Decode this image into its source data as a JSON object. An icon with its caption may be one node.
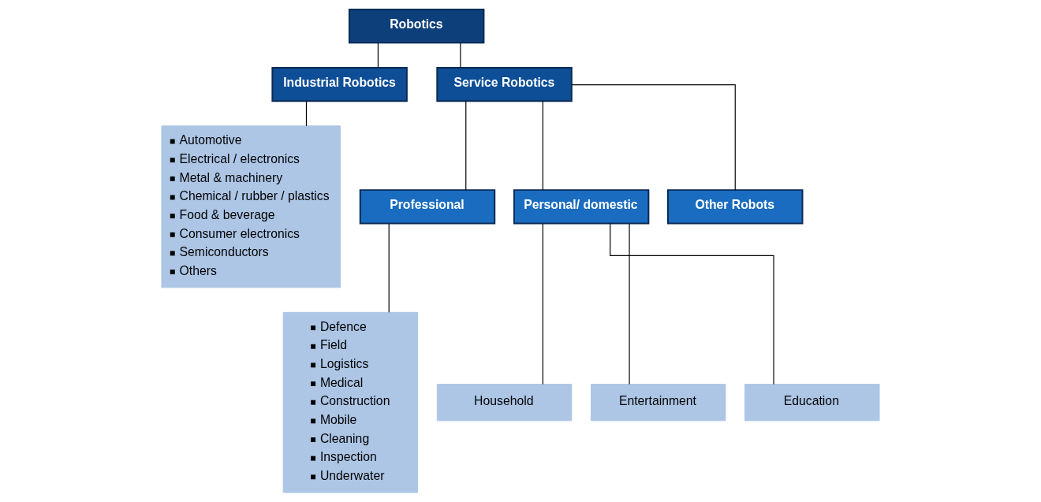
{
  "diagram": {
    "nodes": [
      {
        "text": [
          "Robotics"
        ]
      },
      {
        "text": [
          "Industrial Robotics"
        ]
      },
      {
        "text": [
          "Service Robotics"
        ]
      },
      {
        "text": [
          "Automotive",
          "Electrical / electronics",
          "Metal & machinery",
          "Chemical / rubber / plastics",
          "Food & beverage",
          "Consumer electronics",
          "Semiconductors",
          "Others"
        ]
      },
      {
        "text": [
          "Professional"
        ]
      },
      {
        "text": [
          "Personal/ domestic"
        ]
      },
      {
        "text": [
          "Other Robots"
        ]
      },
      {
        "text": [
          "Defence",
          "Field",
          "Logistics",
          "Medical",
          "Construction",
          "Mobile",
          "Cleaning",
          "Inspection",
          "Underwater"
        ]
      },
      {
        "text": [
          "Household"
        ]
      },
      {
        "text": [
          "Entertainment"
        ]
      },
      {
        "text": [
          "Education"
        ]
      }
    ],
    "edges": [
      {
        "from": 0,
        "to": 1,
        "arrow": "none"
      },
      {
        "from": 0,
        "to": 2,
        "arrow": "none"
      },
      {
        "from": 1,
        "to": 3,
        "arrow": "none"
      },
      {
        "from": 2,
        "to": 4,
        "arrow": "none"
      },
      {
        "from": 2,
        "to": 5,
        "arrow": "none"
      },
      {
        "from": 2,
        "to": 6,
        "arrow": "none"
      },
      {
        "from": 4,
        "to": 7,
        "arrow": "none"
      },
      {
        "from": 5,
        "to": 8,
        "arrow": "none"
      },
      {
        "from": 5,
        "to": 9,
        "arrow": "none"
      },
      {
        "from": 5,
        "to": 10,
        "arrow": "none"
      }
    ]
  }
}
